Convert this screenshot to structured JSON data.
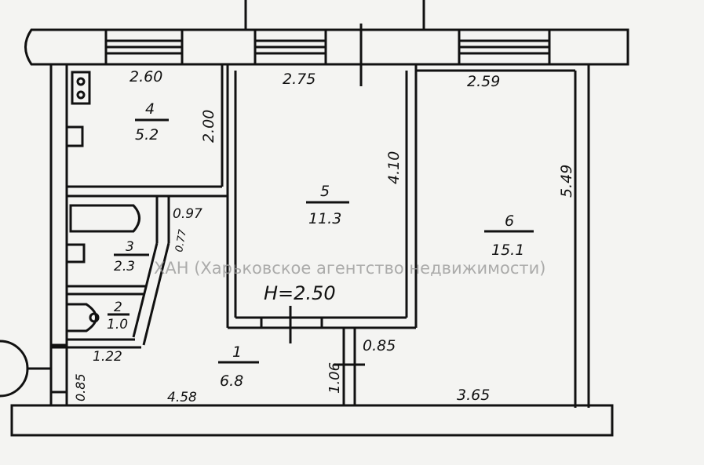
{
  "watermark": "ХАН (Харьковское агентство недвижимости)",
  "ceiling_height": "H=2.50",
  "rooms": [
    {
      "number": "1",
      "area": "6.8"
    },
    {
      "number": "2",
      "area": "1.0"
    },
    {
      "number": "3",
      "area": "2.3"
    },
    {
      "number": "4",
      "area": "5.2"
    },
    {
      "number": "5",
      "area": "11.3"
    },
    {
      "number": "6",
      "area": "15.1"
    }
  ],
  "dimensions": {
    "kitchen_width": "2.60",
    "kitchen_depth": "2.00",
    "room5_width": "2.75",
    "room5_depth": "4.10",
    "room6_width": "2.59",
    "room6_depth": "5.49",
    "bath_door": "0.97",
    "bath_diag": "0.77",
    "wc_width": "1.22",
    "entry_width": "0.85",
    "hall_length": "4.58",
    "hall_depth": "1.06",
    "hall_door": "0.85",
    "room6_bottom": "3.65"
  },
  "colors": {
    "ink": "#111111",
    "paper": "#f4f4f2"
  }
}
